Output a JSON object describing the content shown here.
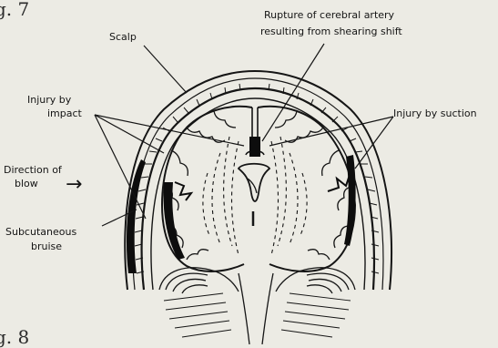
{
  "figure": {
    "top_label": "g. 7",
    "bottom_label": "g. 8"
  },
  "labels": {
    "scalp": "Scalp",
    "rupture_line1": "Rupture of cerebral artery",
    "rupture_line2": "resulting from shearing shift",
    "injury_impact_line1": "Injury by",
    "injury_impact_line2": "impact",
    "injury_suction": "Injury by suction",
    "direction_line1": "Direction of",
    "direction_line2": "blow",
    "direction_arrow": "→",
    "subcutaneous_line1": "Subcutaneous",
    "subcutaneous_line2": "bruise"
  },
  "colors": {
    "paper": "#ecebe4",
    "ink": "#151515",
    "bruise": "#0d0d0d"
  }
}
